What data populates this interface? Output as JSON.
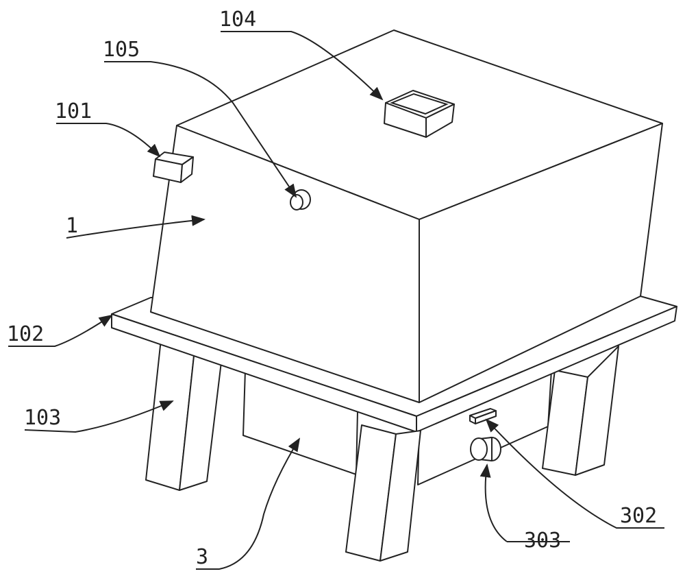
{
  "figure": {
    "labels": {
      "l104": "104",
      "l105": "105",
      "l101": "101",
      "l1": "1",
      "l102": "102",
      "l103": "103",
      "l3": "3",
      "l303": "303",
      "l302": "302"
    }
  }
}
